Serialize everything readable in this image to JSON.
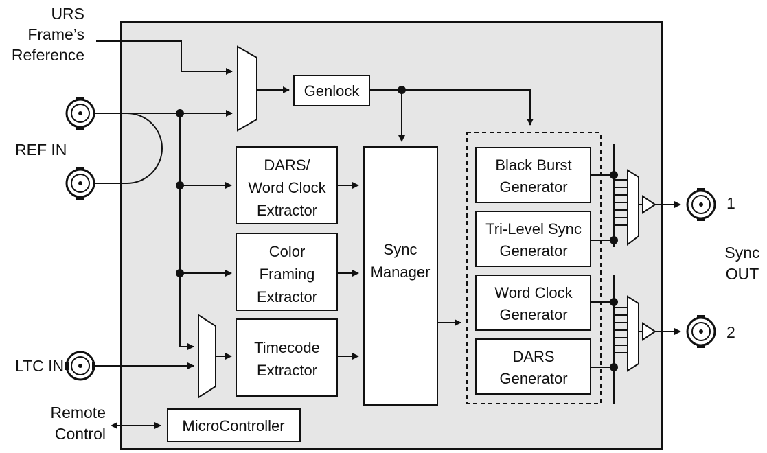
{
  "labels": {
    "urs_line1": "URS",
    "urs_line2": "Frame’s",
    "urs_line3": "Reference",
    "ref_in": "REF IN",
    "ltc_in": "LTC IN",
    "remote_line1": "Remote",
    "remote_line2": "Control",
    "sync_out_line1": "Sync",
    "sync_out_line2": "OUT",
    "out1": "1",
    "out2": "2"
  },
  "blocks": {
    "genlock": "Genlock",
    "dars_line1": "DARS/",
    "dars_line2": "Word Clock",
    "dars_line3": "Extractor",
    "color_line1": "Color",
    "color_line2": "Framing",
    "color_line3": "Extractor",
    "timecode_line1": "Timecode",
    "timecode_line2": "Extractor",
    "sync_line1": "Sync",
    "sync_line2": "Manager",
    "bb_line1": "Black Burst",
    "bb_line2": "Generator",
    "tri_line1": "Tri-Level Sync",
    "tri_line2": "Generator",
    "wc_line1": "Word Clock",
    "wc_line2": "Generator",
    "darsgen_line1": "DARS",
    "darsgen_line2": "Generator",
    "micro": "MicroController"
  },
  "colors": {
    "panel": "#e6e6e6",
    "stroke": "#111111"
  }
}
